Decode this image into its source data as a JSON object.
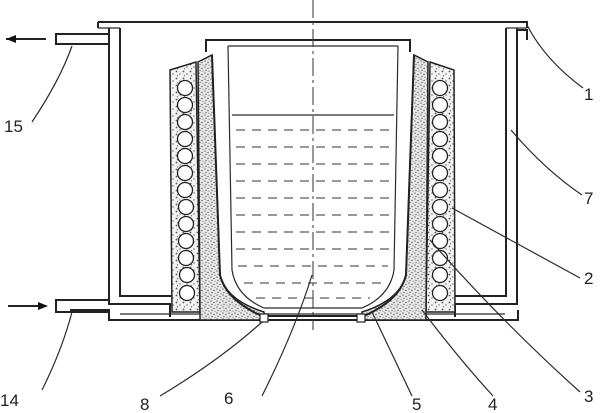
{
  "diagram": {
    "callouts": [
      {
        "id": "1",
        "label": "1"
      },
      {
        "id": "2",
        "label": "2"
      },
      {
        "id": "3",
        "label": "3"
      },
      {
        "id": "4",
        "label": "4"
      },
      {
        "id": "5",
        "label": "5"
      },
      {
        "id": "6",
        "label": "6"
      },
      {
        "id": "7",
        "label": "7"
      },
      {
        "id": "8",
        "label": "8"
      },
      {
        "id": "14",
        "label": "14"
      },
      {
        "id": "15",
        "label": "15"
      }
    ]
  }
}
